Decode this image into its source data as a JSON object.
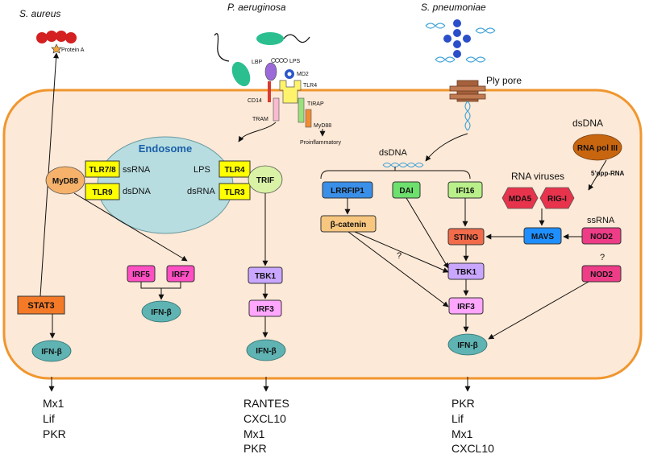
{
  "organisms": {
    "s_aureus": "S. aureus",
    "p_aeruginosa": "P. aeruginosa",
    "s_pneumoniae": "S. pneumoniae"
  },
  "labels": {
    "protein_a": "Protein A",
    "lbp": "LBP",
    "lps_top": "LPS",
    "md2": "MD2",
    "tlr4_membrane": "TLR4",
    "cd14": "CD14",
    "tirap": "TIRAP",
    "tram": "TRAM",
    "myd88_membrane": "MyD88",
    "proinflammatory": "Proinflammatory",
    "ply_pore": "Ply pore",
    "endosome": "Endosome",
    "ssrna_endo": "ssRNA",
    "dsdna_endo": "dsDNA",
    "lps_endo": "LPS",
    "dsrna_endo": "dsRNA",
    "dsdna_cyto": "dsDNA",
    "dsdna_right": "dsDNA",
    "rna_viruses": "RNA viruses",
    "ppp_rna": "5’ppp-RNA",
    "ssrna_right": "ssRNA",
    "question_1": "?",
    "question_2": "?"
  },
  "nodes": {
    "myd88": "MyD88",
    "tlr78": "TLR7/8",
    "tlr9": "TLR9",
    "tlr4": "TLR4",
    "tlr3": "TLR3",
    "trif": "TRIF",
    "irf5": "IRF5",
    "irf7": "IRF7",
    "ifnb_left": "IFN-β",
    "ifnb_mid_left": "IFN-β",
    "stat3": "STAT3",
    "ifnb_stat3": "IFN-β",
    "tbk1_mid": "TBK1",
    "irf3_mid": "IRF3",
    "ifnb_mid": "IFN-β",
    "lrrfip1": "LRRFIP1",
    "dai": "DAI",
    "ifi16": "IFI16",
    "beta_catenin": "β-catenin",
    "sting": "STING",
    "tbk1_right": "TBK1",
    "irf3_right": "IRF3",
    "ifnb_right": "IFN-β",
    "rna_pol3": "RNA pol III",
    "mda5": "MDA5",
    "rigi": "RIG-I",
    "mavs": "MAVS",
    "nod2_a": "NOD2",
    "nod2_b": "NOD2"
  },
  "outputs": {
    "left": [
      "Mx1",
      "Lif",
      "PKR"
    ],
    "middle": [
      "RANTES",
      "CXCL10",
      "Mx1",
      "PKR"
    ],
    "right": [
      "PKR",
      "Lif",
      "Mx1",
      "CXCL10"
    ]
  },
  "colors": {
    "cell_fill": "#fde9d7",
    "cell_border": "#f0962e",
    "endosome": "#b7dde1",
    "tlr": "#ffff00",
    "myd88": "#f6b26b",
    "trif": "#d9f2a6",
    "irf_magenta": "#ff4fc3",
    "tbk1_purple": "#c9a6ff",
    "irf3_pink": "#ffa6ff",
    "ifnb_teal": "#5fb3b3",
    "stat3": "#f57a27",
    "lrrfip1": "#3a8fe8",
    "dai": "#6de06d",
    "ifi16": "#b9f08a",
    "beta_catenin": "#f7c77f",
    "sting": "#f26b4a",
    "mavs": "#1f8fff",
    "mda5": "#e8334d",
    "rnapol": "#c8650f",
    "nod2": "#ee3c87",
    "bacteria_red": "#d42020",
    "pneumo_blue": "#2a4fc9"
  }
}
